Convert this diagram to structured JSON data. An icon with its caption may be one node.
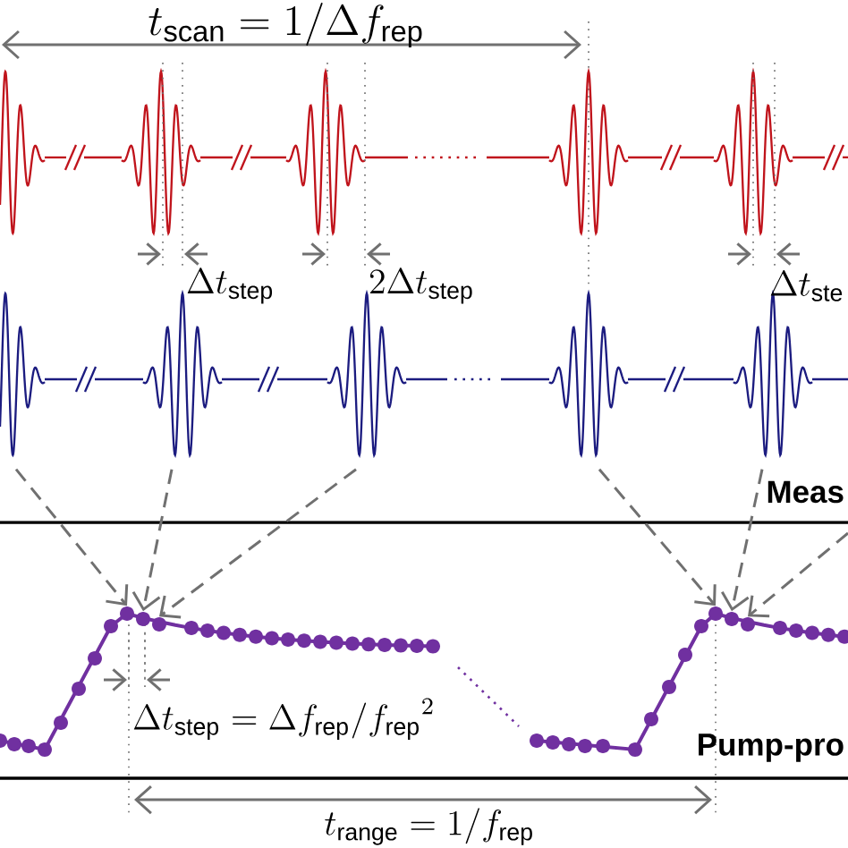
{
  "diagram": {
    "nodes": [
      {
        "text": [],
        "shape": "pulse"
      },
      {
        "text": [],
        "shape": "pulse"
      },
      {
        "text": [],
        "shape": "pulse"
      },
      {
        "text": [],
        "shape": "pulse"
      },
      {
        "text": [],
        "shape": "pulse"
      },
      {
        "text": [],
        "shape": "circle"
      },
      {
        "text": [],
        "shape": "circle"
      },
      {
        "text": [],
        "shape": "circle"
      },
      {
        "text": [],
        "shape": "circle"
      },
      {
        "text": [],
        "shape": "circle"
      },
      {
        "text": [],
        "shape": "circle"
      }
    ],
    "edges": [
      {
        "from": 0,
        "to": 5,
        "arrow": "to",
        "style": "dashed"
      },
      {
        "from": 1,
        "to": 6,
        "arrow": "to",
        "style": "dashed"
      },
      {
        "from": 2,
        "to": 7,
        "arrow": "to",
        "style": "dashed"
      },
      {
        "from": 3,
        "to": 8,
        "arrow": "to",
        "style": "dashed"
      },
      {
        "from": 4,
        "to": 9,
        "arrow": "to",
        "style": "dashed"
      },
      {
        "from": null,
        "to": 10,
        "arrow": "to",
        "style": "dashed"
      }
    ],
    "labels": [
      "t_{\\mathrm{scan}} = 1/\\Delta f_{\\mathrm{rep}}",
      "\\Delta t_{\\mathrm{step}}",
      "2\\Delta t_{\\mathrm{step}}",
      "\\Delta t_{\\mathrm{ste}}",
      "Meas",
      "\\Delta t_{\\mathrm{step}} = \\Delta f_{\\mathrm{rep}}/{f_{\\mathrm{rep}}}^{2}",
      "Pump-pro",
      "t_{\\mathrm{range}} = 1/f_{\\mathrm{rep}}"
    ]
  }
}
